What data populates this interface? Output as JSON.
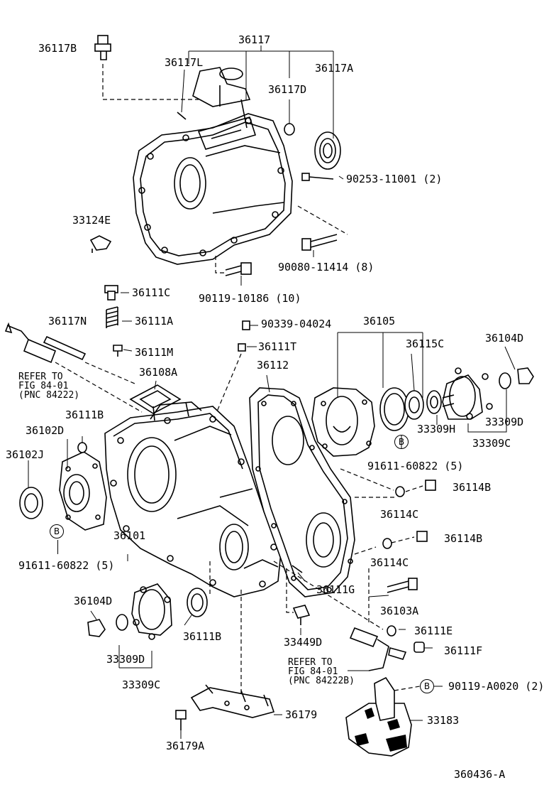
{
  "diagram_id": "360436-A",
  "parts": [
    {
      "key": "p36117",
      "number": "36117"
    },
    {
      "key": "p36117B",
      "number": "36117B"
    },
    {
      "key": "p36117L",
      "number": "36117L"
    },
    {
      "key": "p36117A",
      "number": "36117A"
    },
    {
      "key": "p36117D",
      "number": "36117D"
    },
    {
      "key": "p9025311001",
      "number": "90253-11001 (2)"
    },
    {
      "key": "p33124E",
      "number": "33124E"
    },
    {
      "key": "p9008011414",
      "number": "90080-11414 (8)"
    },
    {
      "key": "p9011910186",
      "number": "90119-10186 (10)"
    },
    {
      "key": "p36111C",
      "number": "36111C"
    },
    {
      "key": "p36111A",
      "number": "36111A"
    },
    {
      "key": "p36111M",
      "number": "36111M"
    },
    {
      "key": "p36117N",
      "number": "36117N"
    },
    {
      "key": "p9033904024",
      "number": "90339-04024"
    },
    {
      "key": "p36105",
      "number": "36105"
    },
    {
      "key": "p36104D_top",
      "number": "36104D"
    },
    {
      "key": "p36111T",
      "number": "36111T"
    },
    {
      "key": "p36115C",
      "number": "36115C"
    },
    {
      "key": "p36112",
      "number": "36112"
    },
    {
      "key": "p36108A",
      "number": "36108A"
    },
    {
      "key": "p33309H",
      "number": "33309H"
    },
    {
      "key": "p33309D_top",
      "number": "33309D"
    },
    {
      "key": "p33309C_top",
      "number": "33309C"
    },
    {
      "key": "p36111B_top",
      "number": "36111B"
    },
    {
      "key": "p36102D",
      "number": "36102D"
    },
    {
      "key": "p36102J",
      "number": "36102J"
    },
    {
      "key": "p9161160822_right",
      "number": "91611-60822 (5)"
    },
    {
      "key": "p36114B_1",
      "number": "36114B"
    },
    {
      "key": "p36114C_1",
      "number": "36114C"
    },
    {
      "key": "p36101",
      "number": "36101"
    },
    {
      "key": "p36114B_2",
      "number": "36114B"
    },
    {
      "key": "p36114C_2",
      "number": "36114C"
    },
    {
      "key": "p9161160822_left",
      "number": "91611-60822 (5)"
    },
    {
      "key": "p36111G",
      "number": "36111G"
    },
    {
      "key": "p36104D_bottom",
      "number": "36104D"
    },
    {
      "key": "p36103A",
      "number": "36103A"
    },
    {
      "key": "p36111B_bottom",
      "number": "36111B"
    },
    {
      "key": "p33449D",
      "number": "33449D"
    },
    {
      "key": "p36111E",
      "number": "36111E"
    },
    {
      "key": "p36111F",
      "number": "36111F"
    },
    {
      "key": "p33309D_bottom",
      "number": "33309D"
    },
    {
      "key": "p33309C_bottom",
      "number": "33309C"
    },
    {
      "key": "p9011900020",
      "number": "90119-A0020 (2)"
    },
    {
      "key": "p36179",
      "number": "36179"
    },
    {
      "key": "p33183",
      "number": "33183"
    },
    {
      "key": "p36179A",
      "number": "36179A"
    }
  ],
  "callouts": {
    "b_marker": "B"
  },
  "notes": {
    "refer_upper": {
      "line1": "REFER TO",
      "line2": "FIG 84-01",
      "line3": "(PNC 84222)"
    },
    "refer_lower": {
      "line1": "REFER TO",
      "line2": "FIG 84-01",
      "line3": "(PNC 84222B)"
    }
  }
}
